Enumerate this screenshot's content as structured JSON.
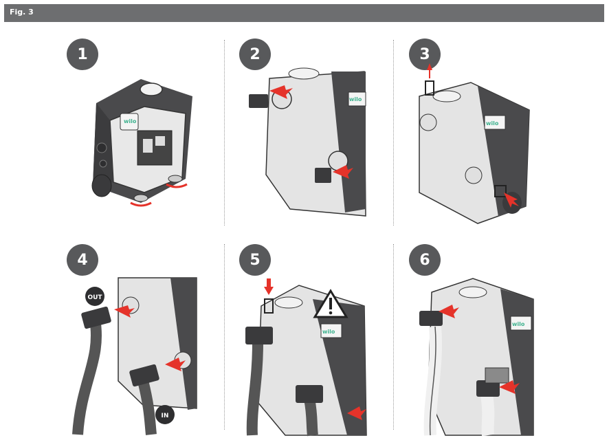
{
  "header": {
    "title": "Fig. 3"
  },
  "steps": [
    {
      "number": "1"
    },
    {
      "number": "2"
    },
    {
      "number": "3"
    },
    {
      "number": "4"
    },
    {
      "number": "5"
    },
    {
      "number": "6"
    }
  ],
  "labels": {
    "brand": "wilo",
    "out": "OUT",
    "in": "IN"
  },
  "colors": {
    "header": "#6d6e70",
    "badge": "#58595b",
    "arrow": "#e5332a",
    "body_dark": "#4a4a4c",
    "body_light": "#e4e4e4",
    "brand_green": "#3fb28f",
    "hose": "#555555"
  }
}
